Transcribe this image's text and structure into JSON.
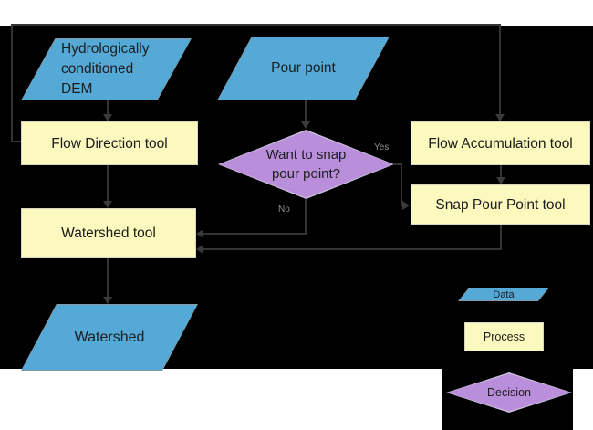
{
  "diagram": {
    "title_semantics": "Watershed delineation flowchart",
    "nodes": {
      "dem": {
        "type": "data",
        "lines": [
          "Hydrologically",
          "conditioned",
          "DEM"
        ]
      },
      "pour_point": {
        "type": "data",
        "label": "Pour point"
      },
      "flow_direction": {
        "type": "process",
        "label": "Flow Direction tool"
      },
      "flow_accumulation": {
        "type": "process",
        "label": "Flow Accumulation tool"
      },
      "snap_pour_point": {
        "type": "process",
        "label": "Snap Pour Point tool"
      },
      "snap_decision": {
        "type": "decision",
        "lines": [
          "Want to snap",
          "pour point?"
        ]
      },
      "watershed_tool": {
        "type": "process",
        "label": "Watershed tool"
      },
      "watershed": {
        "type": "data",
        "label": "Watershed"
      }
    },
    "branch_labels": {
      "yes": "Yes",
      "no": "No"
    },
    "legend": {
      "data_label": "Data",
      "process_label": "Process",
      "decision_label": "Decision"
    },
    "colors": {
      "background_panel": "#000000",
      "page_background": "#ffffff",
      "data_fill": "#55A9D6",
      "data_border": "#8699A4",
      "process_fill": "#FBF9BE",
      "process_border": "#D6D6C2",
      "decision_fill": "#B98FDB",
      "decision_border": "#CCC0DC",
      "connector": "#343434",
      "node_text": "#1c1c1c",
      "branch_label_text": "#8f8f8f"
    }
  }
}
